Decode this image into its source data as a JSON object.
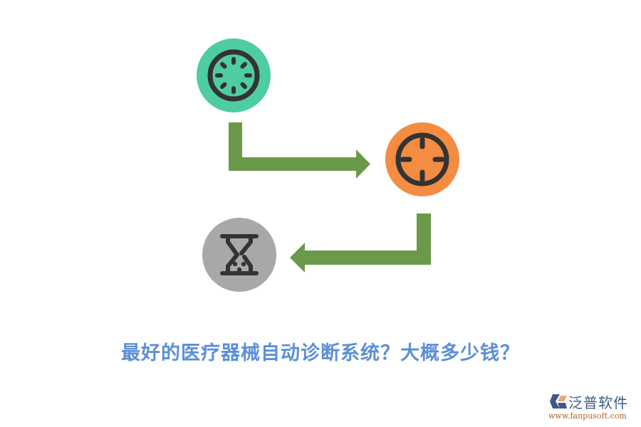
{
  "diagram": {
    "nodes": [
      {
        "id": "loading",
        "icon": "loading-spinner-icon",
        "color": "#4ecda0"
      },
      {
        "id": "target",
        "icon": "crosshair-target-icon",
        "color": "#f48c42"
      },
      {
        "id": "hourglass",
        "icon": "hourglass-icon",
        "color": "#a8a8a8"
      }
    ],
    "edges": [
      {
        "from": "loading",
        "to": "target",
        "color": "#6a994a"
      },
      {
        "from": "target",
        "to": "hourglass",
        "color": "#6a994a"
      }
    ],
    "icon_stroke_color": "#333333"
  },
  "title": {
    "text": "最好的医疗器械自动诊断系统？大概多少钱？",
    "color": "#5b8fd8"
  },
  "logo": {
    "name": "泛普软件",
    "url": "www.fanpusoft.com"
  }
}
